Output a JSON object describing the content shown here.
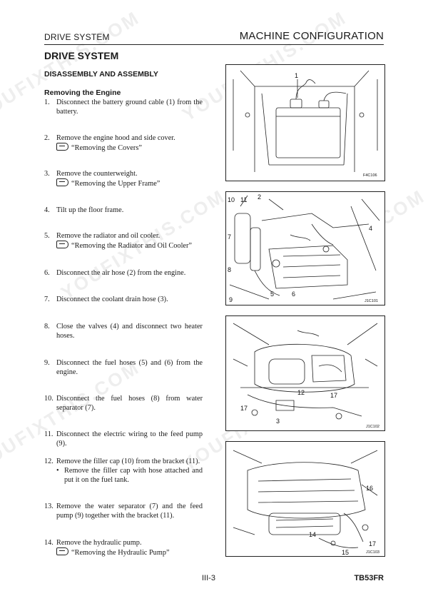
{
  "header": {
    "section": "DRIVE SYSTEM",
    "chapter": "MACHINE CONFIGURATION"
  },
  "title": "DRIVE SYSTEM",
  "subtitle": "DISASSEMBLY AND ASSEMBLY",
  "procedure_title": "Removing the Engine",
  "steps": [
    {
      "num": "1.",
      "text": "Disconnect the battery ground cable (1) from the battery."
    },
    {
      "num": "2.",
      "text": "Remove the engine hood and side cover.",
      "ref": "“Removing the Covers”"
    },
    {
      "num": "3.",
      "text": "Remove the counterweight.",
      "ref": "“Removing the Upper Frame”"
    },
    {
      "num": "4.",
      "text": "Tilt up the floor frame."
    },
    {
      "num": "5.",
      "text": "Remove the radiator and oil cooler.",
      "ref": "“Removing the Radiator and Oil Cooler”"
    },
    {
      "num": "6.",
      "text": "Disconnect the air hose (2) from the engine."
    },
    {
      "num": "7.",
      "text": "Disconnect the coolant drain hose (3)."
    },
    {
      "num": "8.",
      "text": "Close the valves (4) and disconnect two heater hoses."
    },
    {
      "num": "9.",
      "text": "Disconnect the fuel hoses (5) and (6) from the engine."
    },
    {
      "num": "10.",
      "text": "Disconnect the fuel hoses (8) from water separator (7)."
    },
    {
      "num": "11.",
      "text": "Disconnect the electric wiring to the feed pump (9)."
    },
    {
      "num": "12.",
      "text": "Remove the filler cap (10) from the bracket (11).",
      "bullet": "Remove the filler cap with hose attached and put it on the fuel tank."
    },
    {
      "num": "13.",
      "text": "Remove the water separator (7) and the feed pump (9) together with the bracket (11)."
    },
    {
      "num": "14.",
      "text": "Remove the hydraulic pump.",
      "ref": "“Removing the Hydraulic Pump”"
    }
  ],
  "figures": [
    {
      "code": "F4C106",
      "callouts": [
        "1"
      ]
    },
    {
      "code": "J1C101",
      "callouts": [
        "10",
        "11",
        "2",
        "7",
        "4",
        "8",
        "5",
        "6",
        "9"
      ]
    },
    {
      "code": "J1C102",
      "callouts": [
        "12",
        "17",
        "17",
        "3"
      ]
    },
    {
      "code": "J1C103",
      "callouts": [
        "16",
        "14",
        "17",
        "15"
      ]
    }
  ],
  "watermark": "YOUFIXTHIS.COM",
  "footer": {
    "page": "III-3",
    "model": "TB53FR"
  }
}
